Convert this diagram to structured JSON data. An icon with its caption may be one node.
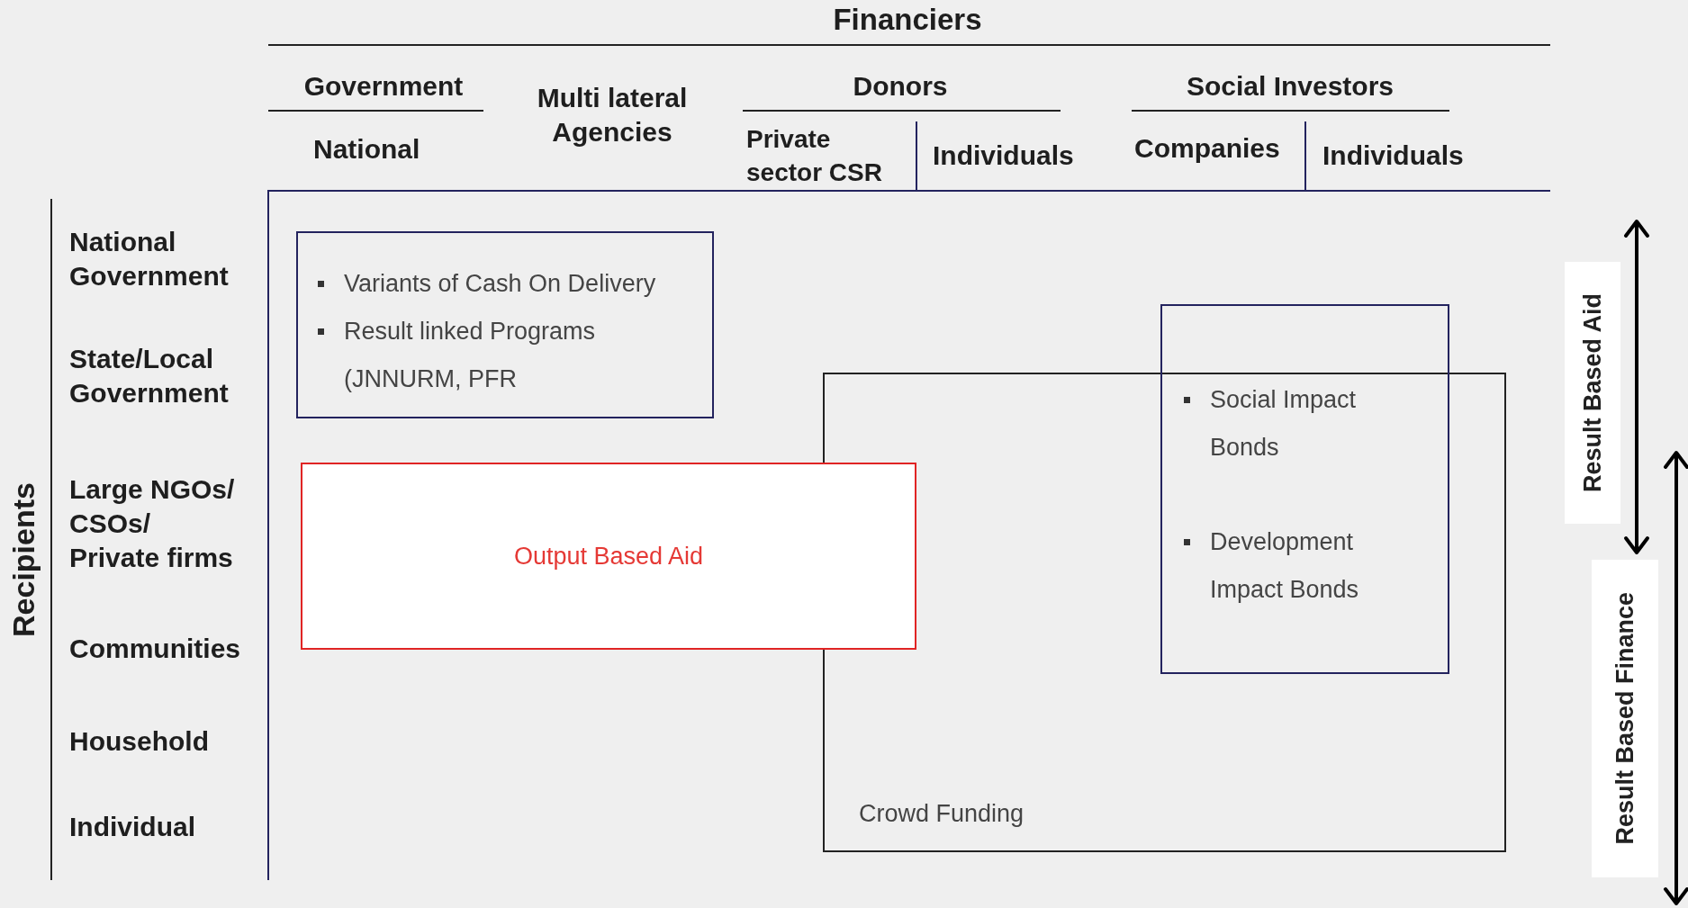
{
  "diagram": {
    "nodes": [
      {
        "text": [
          "Variants of Cash On Delivery",
          "Result linked Programs (JNNURM, PFR"
        ]
      },
      {
        "text": [
          "Output Based Aid"
        ]
      },
      {
        "text": [
          "Crowd Funding"
        ]
      },
      {
        "text": [
          "Social Impact Bonds",
          "Development Impact Bonds"
        ]
      },
      {
        "text": [
          "Result Based Aid"
        ]
      },
      {
        "text": [
          "Result Based Finance"
        ]
      }
    ],
    "labels": [
      "Financiers",
      "Government",
      "Multi lateral Agencies",
      "Donors",
      "Social Investors",
      "National",
      "Private sector CSR",
      "Individuals",
      "Companies",
      "Individuals",
      "Recipients",
      "National Government",
      "State/Local Government",
      "Large NGOs/ CSOs/ Private firms",
      "Communities",
      "Household",
      "Individual"
    ]
  }
}
